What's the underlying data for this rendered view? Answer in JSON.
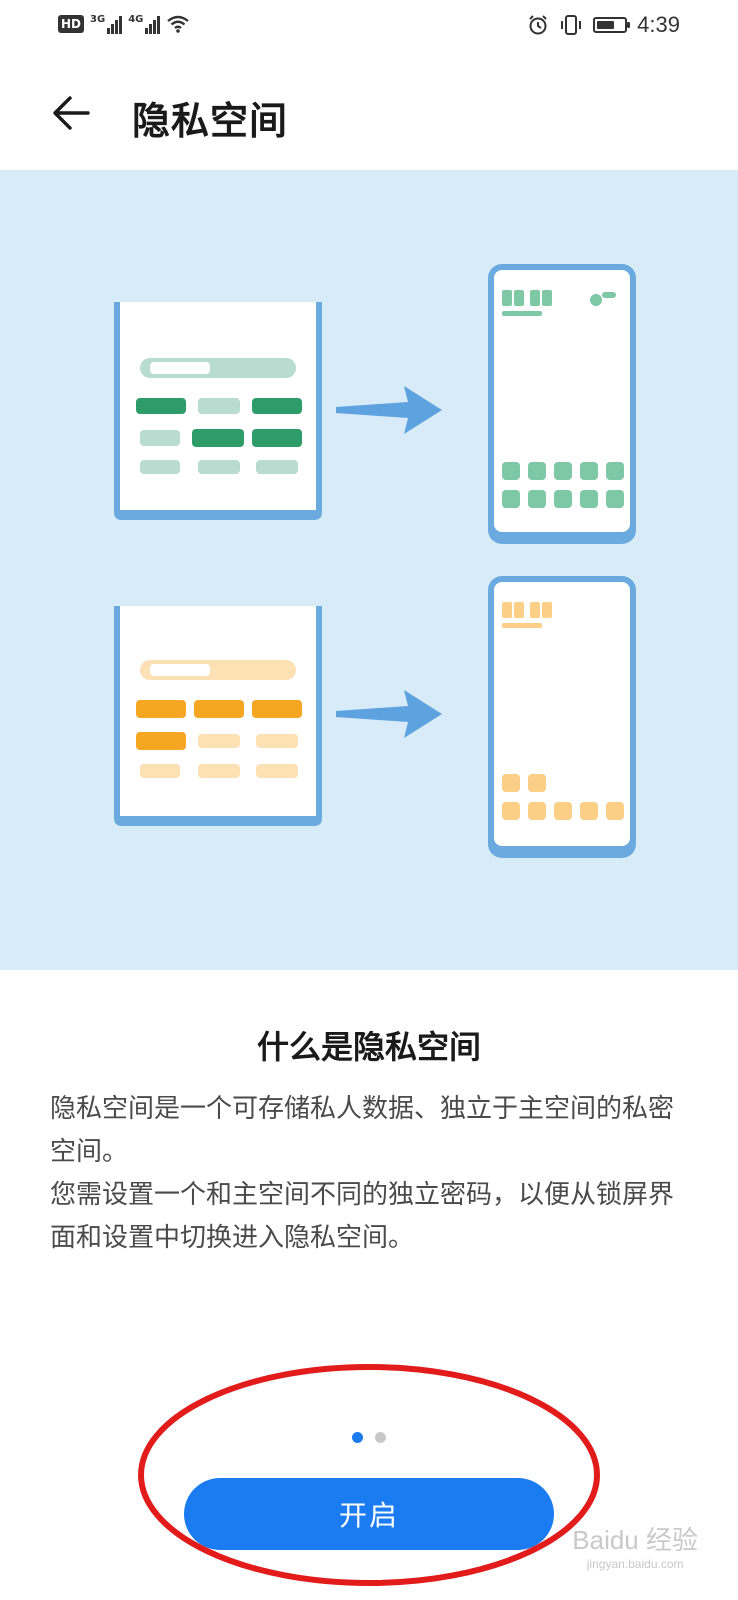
{
  "status_bar": {
    "hd_label": "HD",
    "sim1_type": "3G",
    "sim2_type": "4G",
    "time": "4:39",
    "battery_level": 0.65
  },
  "app_bar": {
    "title": "隐私空间",
    "back_icon": "back-arrow-icon"
  },
  "illustration": {
    "top_palette": {
      "dark": "#2e9c69",
      "mid": "#7fc8a6",
      "light": "#b8ddd0"
    },
    "bottom_palette": {
      "dark": "#f5a623",
      "mid": "#fccf86",
      "light": "#fde0b4"
    },
    "arrow_color": "#5ea3df",
    "frame_color": "#6aaade"
  },
  "content": {
    "heading": "什么是隐私空间",
    "paragraph1": "隐私空间是一个可存储私人数据、独立于主空间的私密空间。",
    "paragraph2": "您需设置一个和主空间不同的独立密码，以便从锁屏界面和设置中切换进入隐私空间。"
  },
  "pager": {
    "pages": 2,
    "current": 1
  },
  "primary_button": {
    "label": "开启",
    "color": "#1a7cf0"
  },
  "annotation_color": "#e21b1b",
  "watermark": {
    "text": "Baidu 经验",
    "sub": "jingyan.baidu.com"
  }
}
